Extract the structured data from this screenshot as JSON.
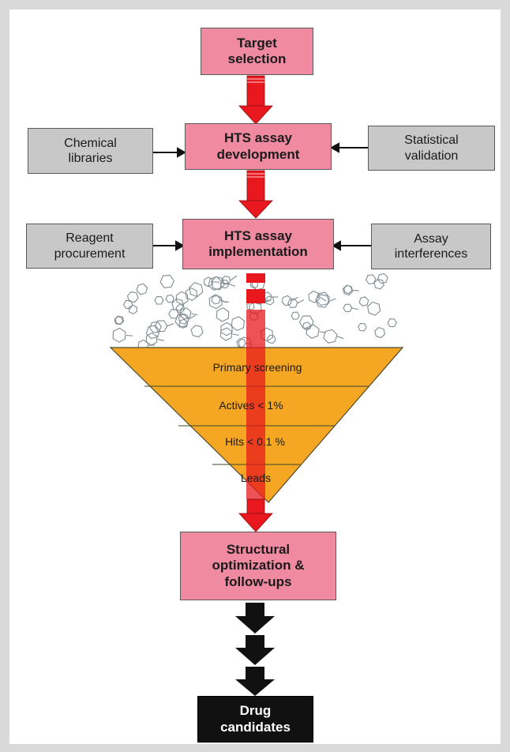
{
  "flow": {
    "target": [
      "Target",
      "selection"
    ],
    "hts_dev": [
      "HTS assay",
      "development"
    ],
    "hts_impl": [
      "HTS assay",
      "implementation"
    ],
    "structural": [
      "Structural",
      "optimization &",
      "follow-ups"
    ],
    "drug": [
      "Drug",
      "candidates"
    ]
  },
  "inputs": {
    "chemical": [
      "Chemical",
      "libraries"
    ],
    "statistical": [
      "Statistical",
      "validation"
    ],
    "reagent": [
      "Reagent",
      "procurement"
    ],
    "interferences": [
      "Assay",
      "interferences"
    ]
  },
  "funnel": {
    "levels": [
      "Primary screening",
      "Actives < 1%",
      "Hits < 0.1 %",
      "Leads"
    ]
  },
  "colors": {
    "pink_box": "#f08aa0",
    "grey_box": "#c8c8c8",
    "funnel": "#f5a623",
    "red_arrow": "#e8181e",
    "black_box": "#111111"
  }
}
